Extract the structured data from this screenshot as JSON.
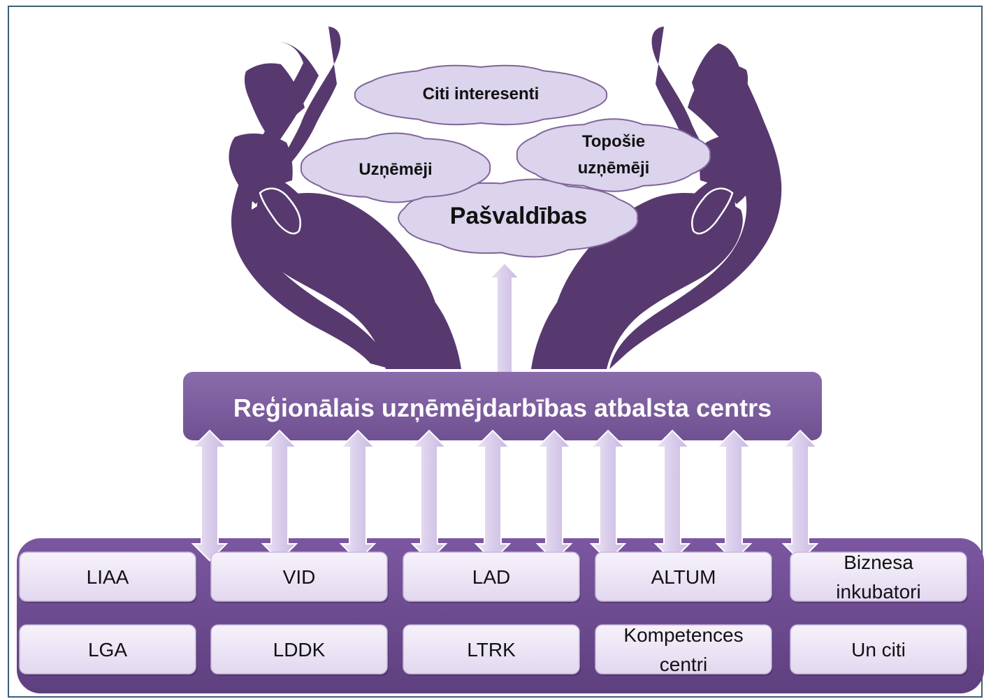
{
  "clouds": {
    "citi": "Citi interesenti",
    "uznemeji": "Uzņēmēji",
    "toposie_1": "Topošie",
    "toposie_2": "uzņēmēji",
    "pasvaldibas": "Pašvaldības"
  },
  "center_label": "Reģionālais uzņēmējdarbības atbalsta centrs",
  "institutions_row1": [
    {
      "l1": "LIAA"
    },
    {
      "l1": "VID"
    },
    {
      "l1": "LAD"
    },
    {
      "l1": "ALTUM"
    },
    {
      "l1": "Biznesa",
      "l2": "inkubatori"
    }
  ],
  "institutions_row2": [
    {
      "l1": "LGA"
    },
    {
      "l1": "LDDK"
    },
    {
      "l1": "LTRK"
    },
    {
      "l1": "Kompetences",
      "l2": "centri"
    },
    {
      "l1": "Un citi"
    }
  ],
  "colors": {
    "hand": "#57396f",
    "cloud_fill": "#dcd3ec",
    "cloud_stroke": "#7f6699",
    "banner": "#7f61a0",
    "platform": "#6d4a91",
    "box_fill": "#ede6f6",
    "arrow_fill": "#e4dcf2",
    "arrow_stroke": "#ffffff",
    "frame": "#3f5f74"
  }
}
